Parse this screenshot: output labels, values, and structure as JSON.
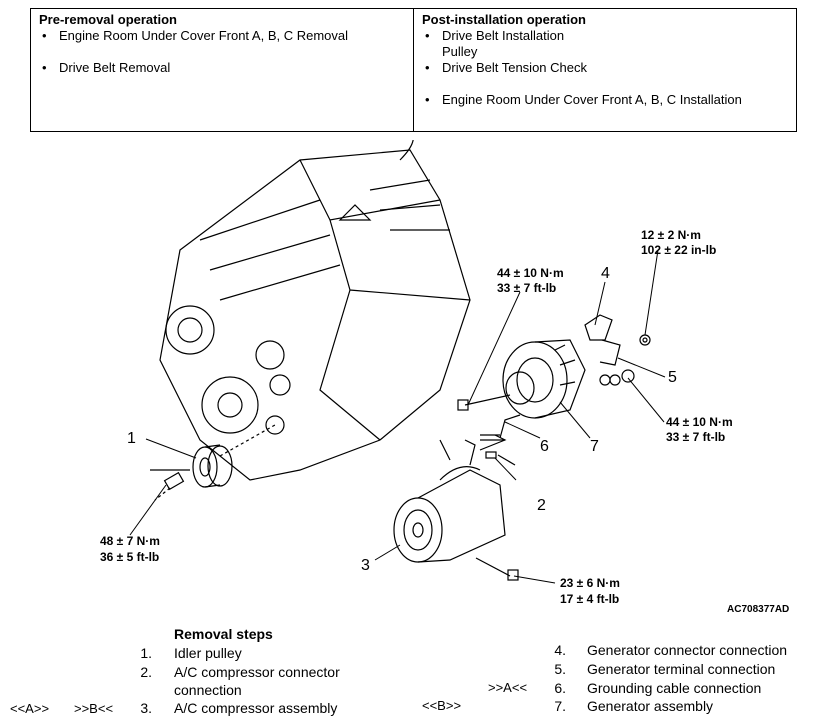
{
  "pre_removal": {
    "heading": "Pre-removal operation",
    "items": [
      "Engine Room Under Cover Front A, B, C Removal",
      "Drive Belt Removal"
    ]
  },
  "post_installation": {
    "heading": "Post-installation operation",
    "items": [
      "Drive Belt Installation",
      "Pulley",
      "Drive Belt Tension Check",
      "Engine Room Under Cover Front A, B, C Installation"
    ]
  },
  "figure": {
    "code": "AC708377AD",
    "callouts": [
      "1",
      "2",
      "3",
      "4",
      "5",
      "6",
      "7"
    ],
    "torques": [
      {
        "nm": "12 ± 2 N·m",
        "alt": "102 ± 22 in-lb"
      },
      {
        "nm": "44 ± 10 N·m",
        "alt": "33 ± 7 ft-lb"
      },
      {
        "nm": "44 ± 10 N·m",
        "alt": "33 ± 7 ft-lb"
      },
      {
        "nm": "48 ± 7 N·m",
        "alt": "36 ± 5 ft-lb"
      },
      {
        "nm": "23 ± 6 N·m",
        "alt": "17 ± 4 ft-lb"
      }
    ]
  },
  "removal": {
    "title": "Removal steps",
    "steps": [
      {
        "n": "1.",
        "text": "Idler pulley"
      },
      {
        "n": "2.",
        "text": "A/C compressor connector"
      },
      {
        "n": "",
        "text": "connection"
      },
      {
        "n": "3.",
        "text": "A/C compressor assembly"
      },
      {
        "n": "4.",
        "text": "Generator connector connection"
      },
      {
        "n": "5.",
        "text": "Generator terminal connection"
      },
      {
        "n": "6.",
        "text": "Grounding cable connection"
      },
      {
        "n": "7.",
        "text": "Generator assembly"
      }
    ],
    "tags": {
      "left_a": "<<A>>",
      "left_b": ">>B<<",
      "mid_a": ">>A<<",
      "mid_b": "<<B>>"
    }
  }
}
